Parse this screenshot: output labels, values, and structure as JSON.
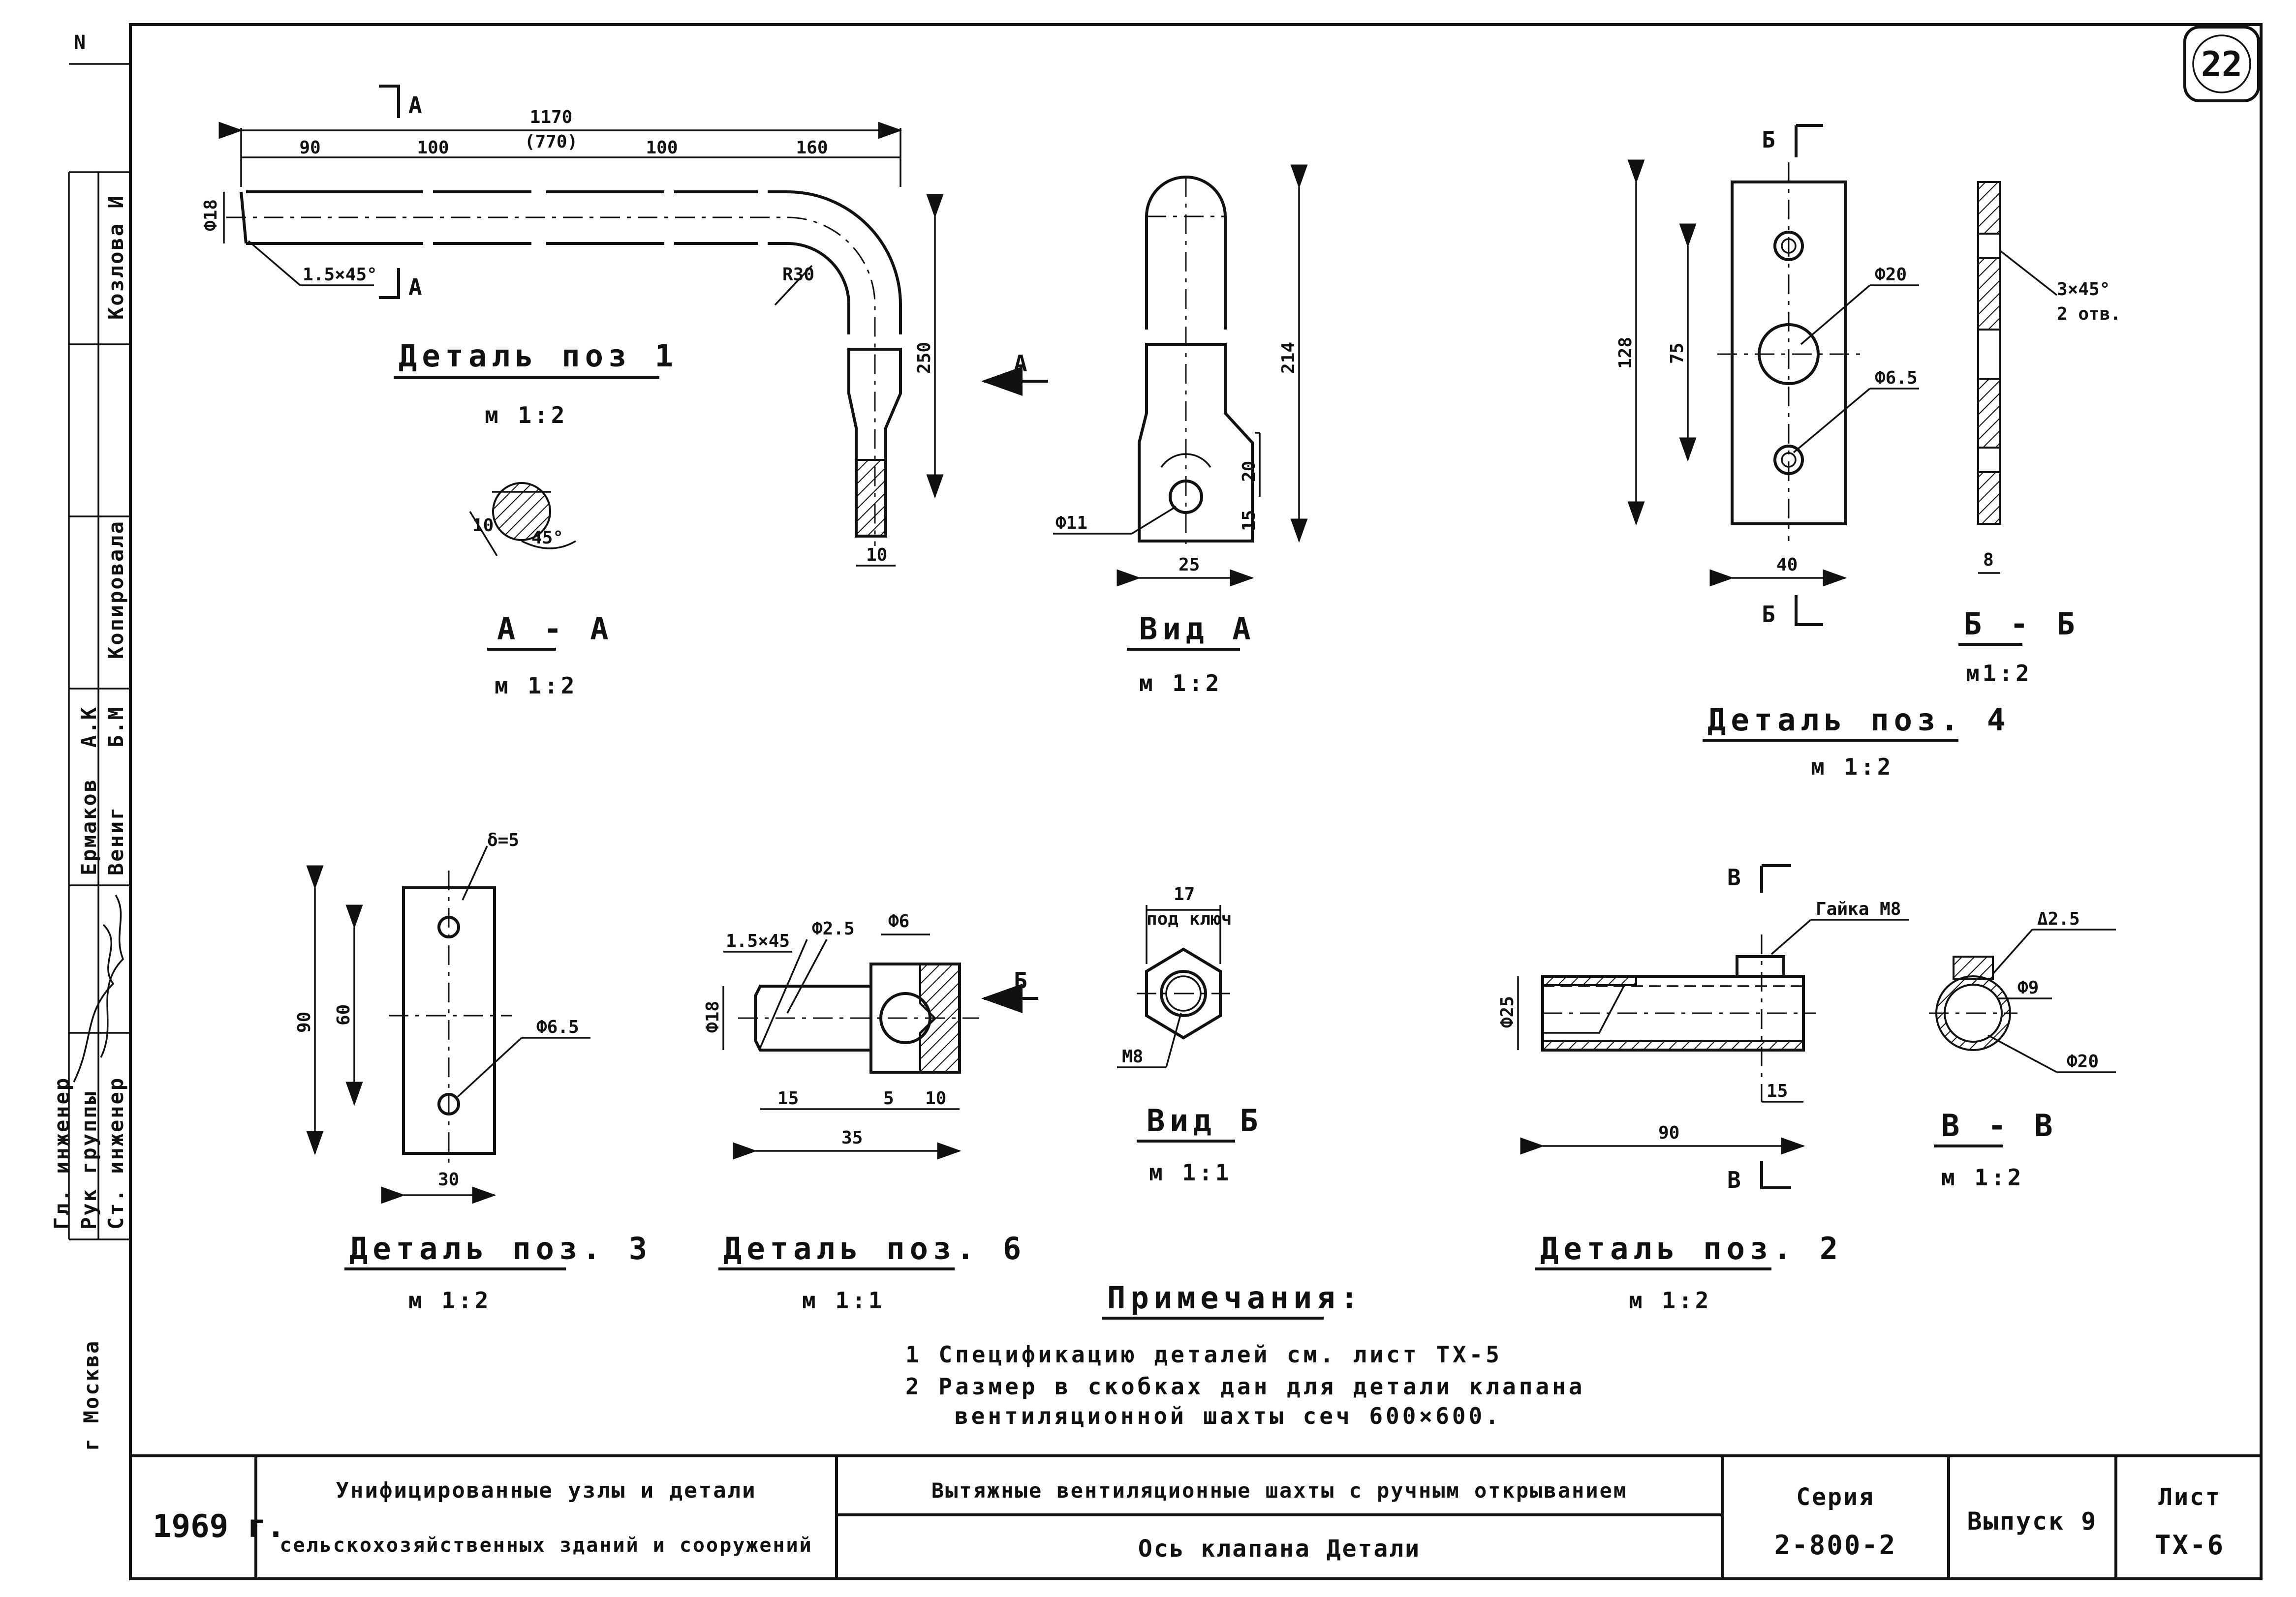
{
  "sheet": {
    "number": "22",
    "corner_mark": "N",
    "notes_title": "Примечания:",
    "notes": [
      "1  Спецификацию деталей см. лист ТХ-5",
      "2  Размер в скобках дан для детали клапана",
      "вентиляционной шахты сеч 600×600."
    ]
  },
  "views": {
    "detail1": {
      "title": "Деталь поз 1",
      "scale": "м 1:2"
    },
    "section_aa": {
      "title": "А - А",
      "scale": "м 1:2"
    },
    "view_a": {
      "title": "Вид А",
      "scale": "м 1:2"
    },
    "detail4": {
      "title": "Деталь поз. 4",
      "scale": "м 1:2"
    },
    "section_bb": {
      "title": "Б - Б",
      "scale": "м1:2"
    },
    "detail3": {
      "title": "Деталь поз. 3",
      "scale": "м 1:2"
    },
    "detail6": {
      "title": "Деталь поз. 6",
      "scale": "м 1:1"
    },
    "view_b": {
      "title": "Вид Б",
      "scale": "м 1:1"
    },
    "detail2": {
      "title": "Деталь поз. 2",
      "scale": "м 1:2"
    },
    "section_vv": {
      "title": "В - В",
      "scale": "м 1:2"
    }
  },
  "dims": {
    "d1_total": "1170",
    "d1_alt": "(770)",
    "d1_90": "90",
    "d1_100a": "100",
    "d1_100b": "100",
    "d1_160": "160",
    "d1_phi": "Ф18",
    "d1_chamfer": "1.5×45°",
    "d1_r30": "R30",
    "d1_250": "250",
    "d1_10": "10",
    "arrow_a": "А",
    "sec_a": "А",
    "aa_10": "10",
    "aa_45": "45°",
    "va_214": "214",
    "va_20": "20",
    "va_15": "15",
    "va_phi11": "Ф11",
    "va_25": "25",
    "d4_128": "128",
    "d4_75": "75",
    "d4_phi20": "Ф20",
    "d4_phi65": "Ф6.5",
    "d4_40": "40",
    "sec_b": "Б",
    "bb_chamfer": "3×45°",
    "bb_holes": "2 отв.",
    "bb_8": "8",
    "d3_delta": "δ=5",
    "d3_90": "90",
    "d3_60": "60",
    "d3_phi65": "Ф6.5",
    "d3_30": "30",
    "d6_chamfer": "1.5×45",
    "d6_phi25": "Ф2.5",
    "d6_phi6": "Ф6",
    "d6_phi18": "Ф18",
    "d6_15": "15",
    "d6_5": "5",
    "d6_10": "10",
    "d6_35": "35",
    "arrow_b": "Б",
    "vb_17": "17",
    "vb_key": "под ключ",
    "vb_m8": "М8",
    "sec_v": "В",
    "d2_nut": "Гайка М8",
    "d2_phi25": "Ф25",
    "d2_15": "15",
    "d2_90": "90",
    "vv_d25": "Δ2.5",
    "vv_phi9": "Ф9",
    "vv_phi20": "Ф20"
  },
  "side_stamp": {
    "rows": [
      "Ст. инженер",
      "Рук группы",
      "Гл. инженер"
    ],
    "names": [
      "Вениг",
      "Ермаков"
    ],
    "role_labels": [
      "Копировала",
      "Козлова И"
    ],
    "codes": [
      "А.К",
      "Б.М"
    ],
    "city": "г Москва"
  },
  "title_block": {
    "year": "1969 г.",
    "org_line1": "Унифицированные узлы и детали",
    "org_line2": "сельскохозяйственных зданий и сооружений",
    "subject_line1": "Вытяжные вентиляционные шахты с ручным открыванием",
    "subject_line2": "Ось клапана  Детали",
    "series_label": "Серия",
    "series_value": "2-800-2",
    "issue": "Выпуск 9",
    "sheet_label": "Лист",
    "sheet_value": "ТХ-6"
  }
}
